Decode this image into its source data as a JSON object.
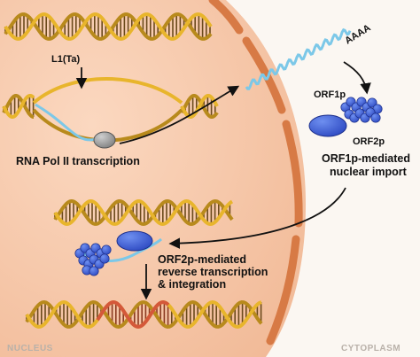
{
  "labels": {
    "l1": "L1(Ta)",
    "pol2": "RNA Pol II transcription",
    "aaaa": "AAAA",
    "orf1p": "ORF1p",
    "orf2p": "ORF2p",
    "import_line1": "ORF1p-mediated",
    "import_line2": "nuclear import",
    "rt_line1": "ORF2p-mediated",
    "rt_line2": "reverse transcription",
    "rt_line3": "& integration",
    "nucleus": "NUCLEUS",
    "cytoplasm": "CYTOPLASM"
  },
  "colors": {
    "nucleus_fill": "#f7c9ad",
    "nuclear_envelope": "#d77a45",
    "dna_strand": "#e8b52c",
    "dna_rungs": "#6b4a1c",
    "rna": "#7cc8e8",
    "orf1p": "#3f63d0",
    "orf2p": "#2f46c4",
    "pol2": "#9a9a9a",
    "inserted_dna": "#d4583a"
  }
}
